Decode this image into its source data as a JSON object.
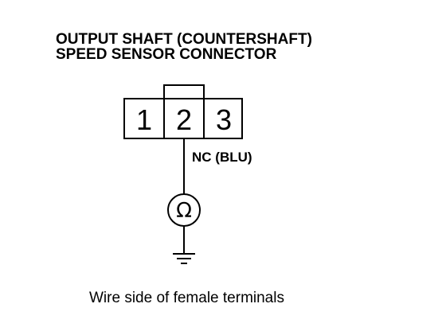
{
  "title": {
    "line1": "OUTPUT SHAFT (COUNTERSHAFT)",
    "line2": "SPEED SENSOR CONNECTOR"
  },
  "connector": {
    "terminals": [
      "1",
      "2",
      "3"
    ]
  },
  "wire": {
    "label": "NC (BLU)"
  },
  "meter": {
    "symbol": "Ω"
  },
  "caption": "Wire side of female terminals",
  "colors": {
    "ink": "#000000",
    "background": "#ffffff"
  },
  "icons": {
    "ohmmeter": "ohmmeter-icon",
    "ground": "ground-icon"
  }
}
